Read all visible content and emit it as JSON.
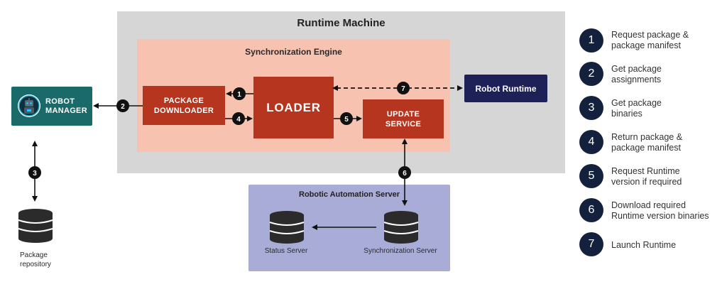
{
  "runtime_machine": {
    "title": "Runtime Machine"
  },
  "sync_engine": {
    "title": "Synchronization Engine"
  },
  "package_downloader": {
    "label": "PACKAGE\nDOWNLOADER"
  },
  "loader": {
    "label": "LOADER"
  },
  "update_service": {
    "label": "UPDATE\nSERVICE"
  },
  "robot_runtime": {
    "label": "Robot Runtime"
  },
  "robot_manager": {
    "label": "ROBOT\nMANAGER"
  },
  "package_repository": {
    "label": "Package\nrepository"
  },
  "automation_server": {
    "title": "Robotic Automation Server",
    "status_server": "Status Server",
    "sync_server": "Synchronization Server"
  },
  "step_badges": [
    "1",
    "2",
    "3",
    "4",
    "5",
    "6",
    "7"
  ],
  "legend": [
    {
      "number": "1",
      "text": "Request package &\npackage manifest"
    },
    {
      "number": "2",
      "text": "Get package\nassignments"
    },
    {
      "number": "3",
      "text": "Get package\nbinaries"
    },
    {
      "number": "4",
      "text": "Return package &\npackage manifest"
    },
    {
      "number": "5",
      "text": "Request Runtime\nversion if required"
    },
    {
      "number": "6",
      "text": "Download required\nRuntime version binaries"
    },
    {
      "number": "7",
      "text": "Launch Runtime"
    }
  ],
  "colors": {
    "runtime_machine_bg": "#d6d6d6",
    "sync_engine_bg": "#f8c2b0",
    "component_red": "#b5351f",
    "robot_runtime_navy": "#1e2157",
    "robot_manager_teal": "#1b6a6a",
    "automation_server_bg": "#a9acd7",
    "legend_circle": "#14213d"
  }
}
